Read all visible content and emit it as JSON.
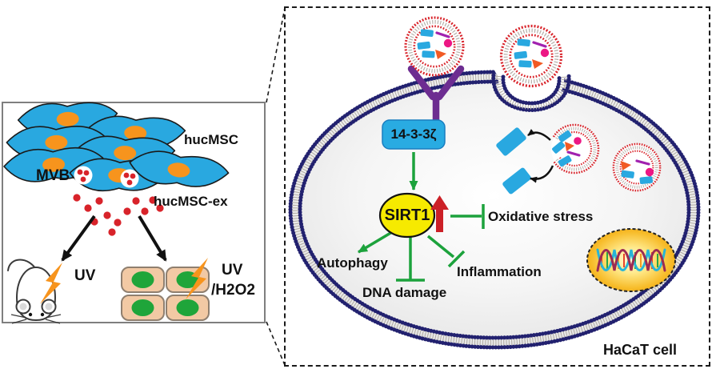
{
  "left_panel": {
    "hucmsc_label": "hucMSC",
    "mvb_label": "MVB",
    "exosome_label": "hucMSC-ex",
    "mouse_uv_label": "UV",
    "grid_uv_label": "UV",
    "grid_h2o2_label": "/H2O2"
  },
  "right_panel": {
    "protein_box_label": "14-3-3ζ",
    "sirt1_label": "SIRT1",
    "oxidative_label": "Oxidative stress",
    "autophagy_label": "Autophagy",
    "dna_damage_label": "DNA damage",
    "inflammation_label": "Inflammation",
    "hacat_label": "HaCaT cell"
  },
  "colors": {
    "msc_cell_blue": "#29a8e0",
    "msc_nucleus_orange": "#f7941d",
    "exosome_red": "#d8232a",
    "membrane_navy": "#22216f",
    "receptor_purple": "#6d2d91",
    "cargo_blue": "#29a8e0",
    "cargo_pink": "#ec1784",
    "cargo_orange": "#f15a24",
    "cargo_purple": "#a121af",
    "sirt1_yellow": "#f6ea00",
    "arrow_green": "#1ca23c",
    "up_arrow_red": "#cc2027",
    "protein_box_blue": "#29abe2",
    "nucleus_gold": "#f5a800",
    "skin_cell_tan": "#f2c9a4",
    "skin_nucleus_green": "#1fa53a",
    "lightning_orange": "#f7941d"
  }
}
